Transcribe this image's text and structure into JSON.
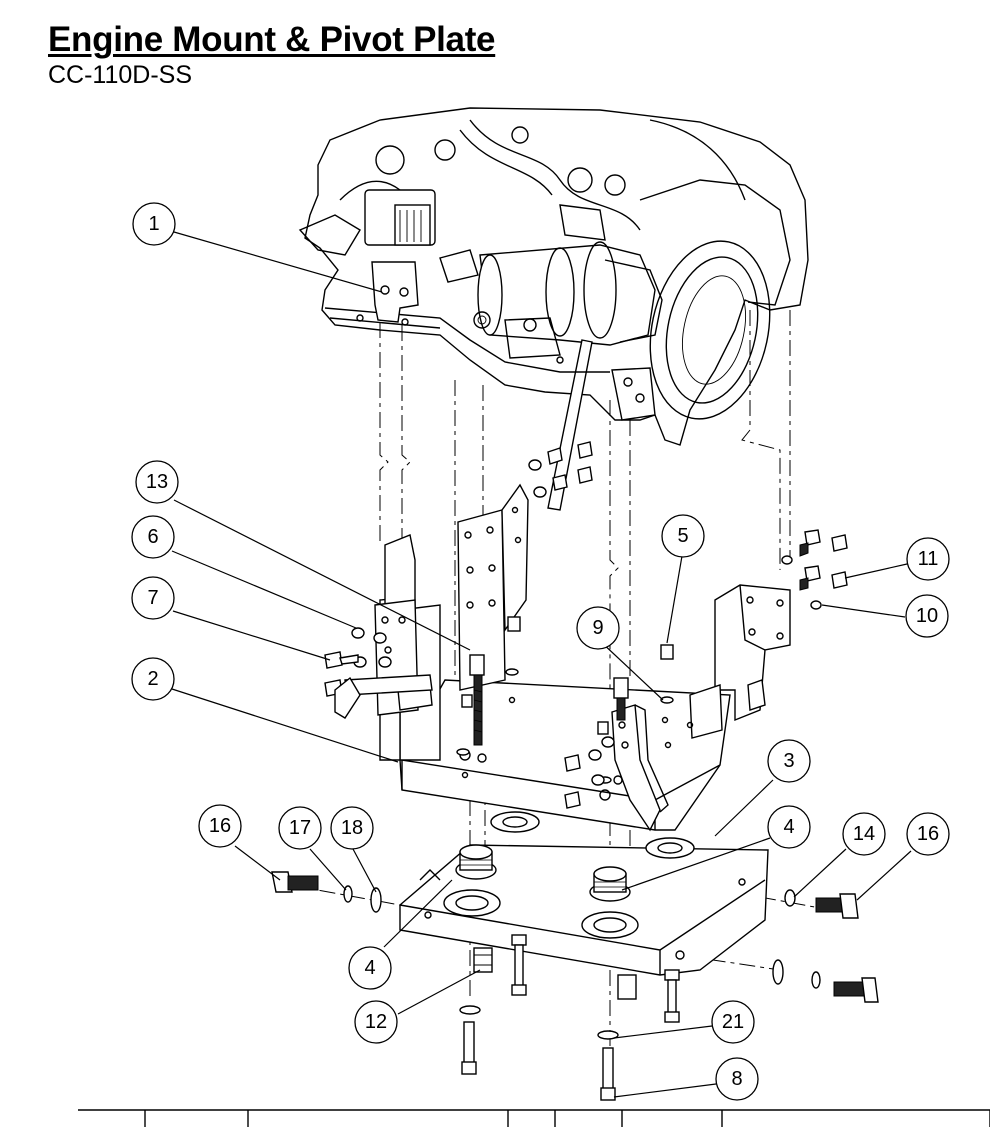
{
  "title": "Engine Mount & Pivot Plate",
  "model": "CC-110D-SS",
  "callouts": [
    {
      "label": "1"
    },
    {
      "label": "13"
    },
    {
      "label": "6"
    },
    {
      "label": "7"
    },
    {
      "label": "2"
    },
    {
      "label": "5"
    },
    {
      "label": "9"
    },
    {
      "label": "11"
    },
    {
      "label": "10"
    },
    {
      "label": "3"
    },
    {
      "label": "4"
    },
    {
      "label": "14"
    },
    {
      "label": "16"
    },
    {
      "label": "16"
    },
    {
      "label": "17"
    },
    {
      "label": "18"
    },
    {
      "label": "4"
    },
    {
      "label": "12"
    },
    {
      "label": "21"
    },
    {
      "label": "8"
    }
  ]
}
